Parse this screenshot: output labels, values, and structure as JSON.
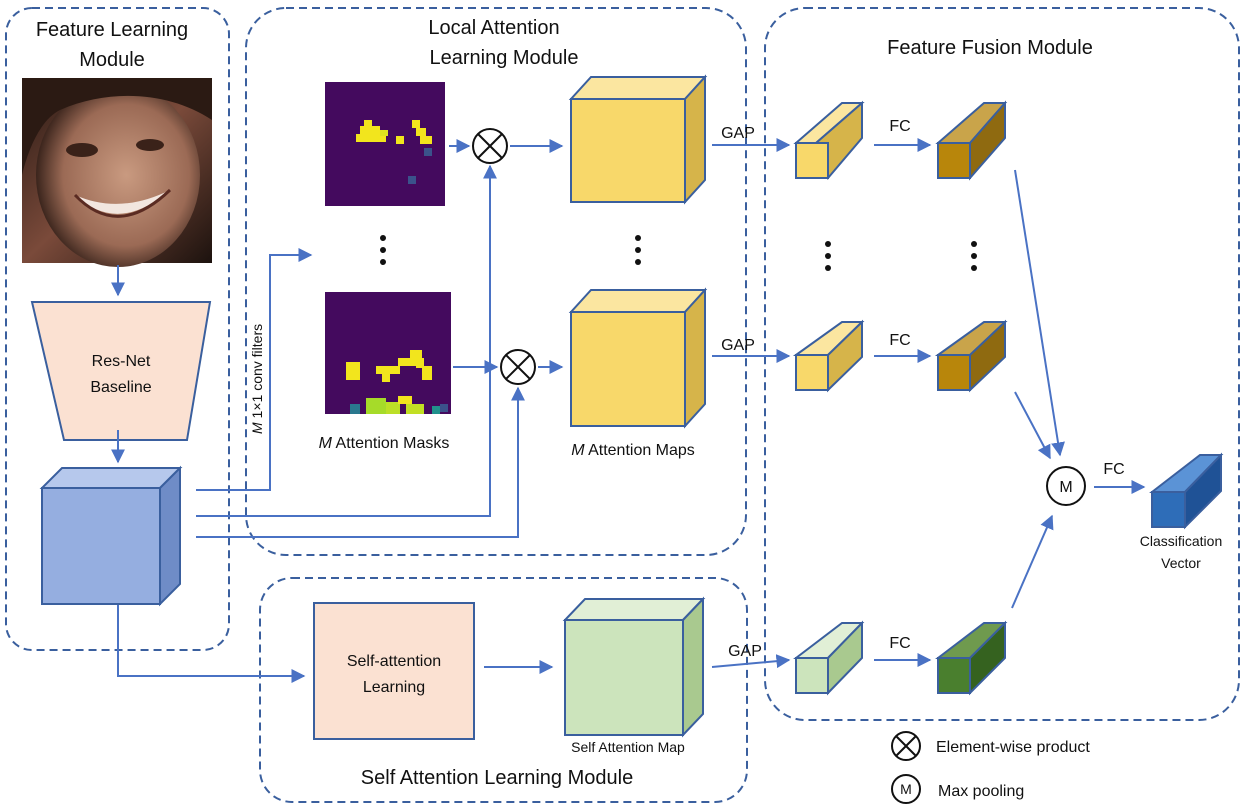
{
  "modules": {
    "feature_learning": {
      "title_line1": "Feature Learning",
      "title_line2": "Module"
    },
    "local_attention": {
      "title_line1": "Local Attention",
      "title_line2": "Learning Module"
    },
    "feature_fusion": {
      "title": "Feature Fusion Module"
    },
    "self_attention": {
      "title": "Self Attention Learning Module"
    }
  },
  "blocks": {
    "backbone_line1": "Res-Net",
    "backbone_line2": "Baseline",
    "self_attention_line1": "Self-attention",
    "self_attention_line2": "Learning"
  },
  "labels": {
    "conv_filters_m": "M",
    "conv_filters": "1×1 conv filters",
    "masks_m": "M",
    "masks": "Attention Masks",
    "maps_m": "M",
    "maps": "Attention Maps",
    "self_attention_map": "Self Attention Map",
    "gap_1": "GAP",
    "gap_2": "GAP",
    "gap_3": "GAP",
    "fc_1": "FC",
    "fc_2": "FC",
    "fc_3": "FC",
    "fc_4": "FC",
    "maxpool_symbol": "M",
    "classification_line1": "Classification",
    "classification_line2": "Vector"
  },
  "legend": {
    "element_wise": "Element-wise product",
    "max_pooling_symbol": "M",
    "max_pooling": "Max pooling"
  },
  "colors": {
    "dashed_border": "#3a5f9e",
    "arrow": "#4a72c4",
    "feature_cube": "#95aee0",
    "attention_map": "#f8d86a",
    "self_attention_map": "#cce4bc",
    "gap_yellow": "#f8d86a",
    "fc_brown": "#b8860b",
    "gap_green": "#cce4bc",
    "fc_green": "#4a7f2e",
    "classification_blue": "#2e6db8",
    "backbone_fill": "#fbe1d2",
    "mask_background": "#440a5e",
    "mask_highlight": "#f2e51d"
  }
}
